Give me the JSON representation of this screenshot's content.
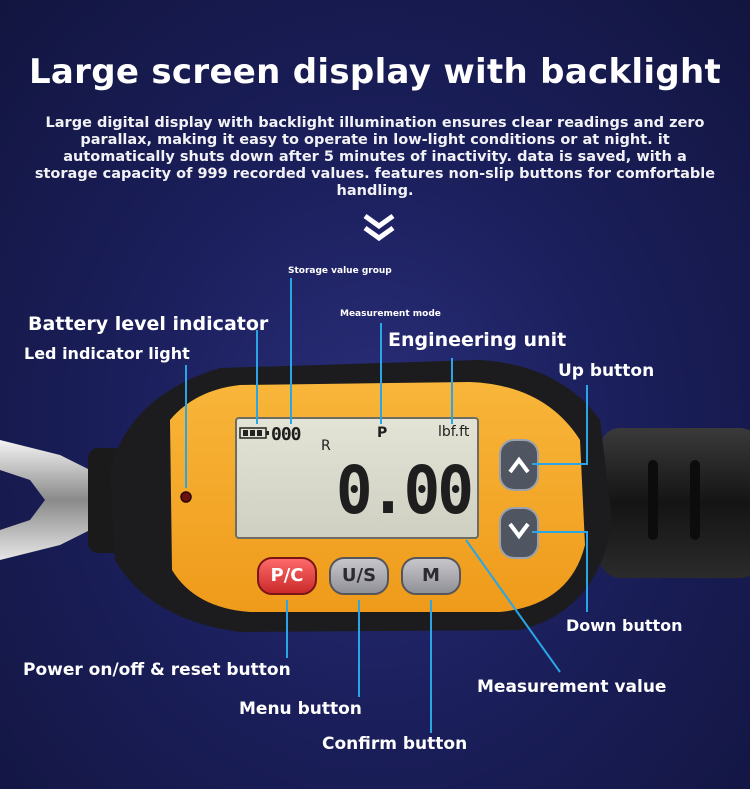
{
  "headline": "Large screen display with backlight",
  "description": "Large digital display with backlight illumination ensures clear readings and zero parallax, making it easy to operate in low-light conditions or at night. it automatically shuts down after 5 minutes of inactivity. data is saved, with a storage capacity of 999 recorded values. features non-slip buttons for comfortable handling.",
  "labels": {
    "storage_value_group": "Storage value group",
    "measurement_mode": "Measurement mode",
    "battery_level_indicator": "Battery level indicator",
    "led_indicator_light": "Led indicator light",
    "engineering_unit": "Engineering unit",
    "up_button": "Up button",
    "down_button": "Down button",
    "power_reset_button": "Power on/off & reset button",
    "measurement_value": "Measurement value",
    "menu_button": "Menu button",
    "confirm_button": "Confirm button"
  },
  "lcd": {
    "storage_group": "000",
    "mode_letter_r": "R",
    "mode_letter_p": "P",
    "unit": "lbf.ft",
    "reading": "0.00"
  },
  "buttons": {
    "power": "P/C",
    "unit_switch": "U/S",
    "mode": "M"
  },
  "colors": {
    "background": "#1b1f5c",
    "housing_orange": "#f5a623",
    "lcd_screen": "#dcdccf",
    "power_button": "#e23b3b",
    "pointer_line": "#2aa6e6"
  }
}
